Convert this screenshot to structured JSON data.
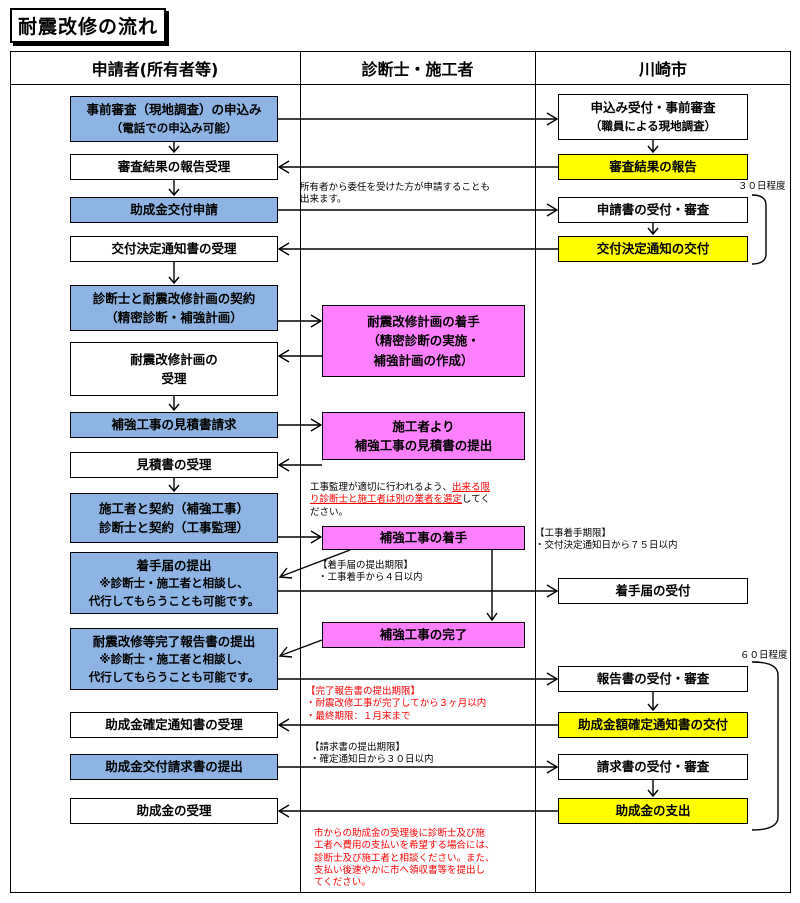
{
  "title": "耐震改修の流れ",
  "columns": {
    "applicant": "申請者(所有者等)",
    "contractor": "診断士・施工者",
    "city": "川崎市"
  },
  "boxes": {
    "b1_l1": "事前審査（現地調査）の申込み",
    "b1_l2": "（電話での申込み可能）",
    "b2": "審査結果の報告受理",
    "b3": "助成金交付申請",
    "b4": "交付決定通知書の受理",
    "b5_l1": "診断士と耐震改修計画の契約",
    "b5_l2": "（精密診断・補強計画）",
    "b6_l1": "耐震改修計画の",
    "b6_l2": "受理",
    "b7": "補強工事の見積書請求",
    "b8": "見積書の受理",
    "b9_l1": "施工者と契約（補強工事）",
    "b9_l2": "診断士と契約（工事監理）",
    "b10_l1": "着手届の提出",
    "b10_l2": "※診断士・施工者と相談し、",
    "b10_l3": "代行してもらうことも可能です。",
    "b11_l1": "耐震改修等完了報告書の提出",
    "b11_l2": "※診断士・施工者と相談し、",
    "b11_l3": "代行してもらうことも可能です。",
    "b12": "助成金確定通知書の受理",
    "b13": "助成金交付請求書の提出",
    "b14": "助成金の受理",
    "m1_l1": "耐震改修計画の着手",
    "m1_l2": "（精密診断の実施・",
    "m1_l3": "補強計画の作成）",
    "m2_l1": "施工者より",
    "m2_l2": "補強工事の見積書の提出",
    "m3": "補強工事の着手",
    "m4": "補強工事の完了",
    "c1_l1": "申込み受付・事前審査",
    "c1_l2": "（職員による現地調査）",
    "c2": "審査結果の報告",
    "c3": "申請書の受付・審査",
    "c4": "交付決定通知の交付",
    "c5": "着手届の受付",
    "c6": "報告書の受付・審査",
    "c7": "助成金額確定通知書の交付",
    "c8": "請求書の受付・審査",
    "c9": "助成金の支出"
  },
  "notes": {
    "delegate_l1": "所有者から委任を受けた方が申請することも",
    "delegate_l2": "出来ます。",
    "days30": "３０日程度",
    "days60": "６０日程度",
    "supervision_l1a": "工事監理が適切に行われるよう、",
    "supervision_l1b": "出来る限",
    "supervision_l2a": "り診断士と施工者は別の業者を選定",
    "supervision_l2b": "してく",
    "supervision_l3": "ださい。",
    "start_period_title": "【工事着手期限】",
    "start_period_body": "・交付決定通知日から７５日以内",
    "notice_period_title": "【着手届の提出期限】",
    "notice_period_body": "・工事着手から４日以内",
    "report_period_title": "【完了報告書の提出期限】",
    "report_period_body1": "・耐震改修工事が完了してから３ヶ月以内",
    "report_period_body2": "・最終期限：１月末まで",
    "invoice_period_title": "【請求書の提出期限】",
    "invoice_period_body": "・確定通知日から３０日以内",
    "final_l1": "市からの助成金の受理後に診断士及び施",
    "final_l2": "工者へ費用の支払いを希望する場合には、",
    "final_l3": "診断士及び施工者と相談ください。また、",
    "final_l4": "支払い後速やかに市へ領収書等を提出し",
    "final_l5": "てください。"
  },
  "colors": {
    "applicant_fill": "#8db4e2",
    "city_fill": "#ffff00",
    "contractor_fill": "#ff80ff",
    "warning_text": "#ff0000"
  }
}
